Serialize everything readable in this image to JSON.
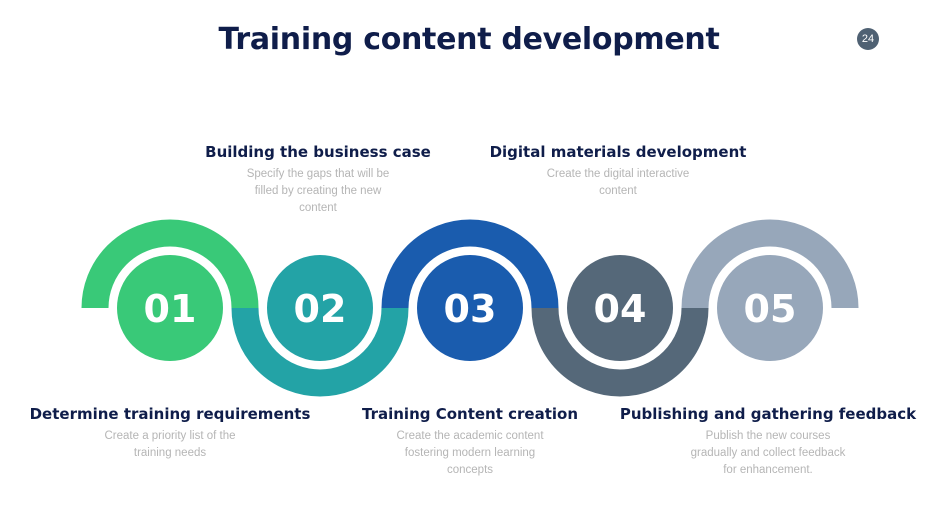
{
  "title": "Training content development",
  "page_number": "24",
  "steps": [
    {
      "number": "01",
      "title": "Determine training requirements",
      "description": "Create a priority list of the training needs",
      "color": "#39c978"
    },
    {
      "number": "02",
      "title": "Building the business case",
      "description": "Specify the gaps that will be filled by creating the new content",
      "color": "#23a3a6"
    },
    {
      "number": "03",
      "title": "Training Content creation",
      "description": "Create the academic content fostering modern learning concepts",
      "color": "#1a5cae"
    },
    {
      "number": "04",
      "title": "Digital materials development",
      "description": "Create the digital interactive content",
      "color": "#556879"
    },
    {
      "number": "05",
      "title": "Publishing and gathering feedback",
      "description": "Publish the new courses gradually and collect feedback for enhancement.",
      "color": "#97a7ba"
    }
  ]
}
